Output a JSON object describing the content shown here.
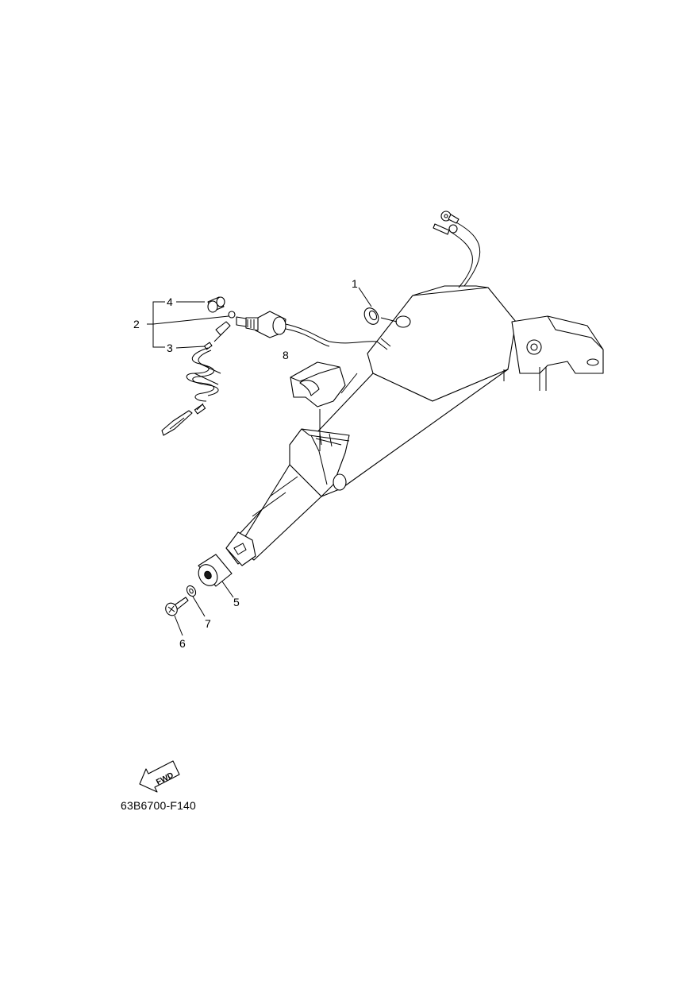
{
  "callouts": [
    {
      "id": "1",
      "label": "1"
    },
    {
      "id": "2",
      "label": "2"
    },
    {
      "id": "3",
      "label": "3"
    },
    {
      "id": "4",
      "label": "4"
    },
    {
      "id": "5",
      "label": "5"
    },
    {
      "id": "6",
      "label": "6"
    },
    {
      "id": "7",
      "label": "7"
    },
    {
      "id": "8",
      "label": "8"
    }
  ],
  "fwd_label": "FWD",
  "part_code": "63B6700-F140"
}
